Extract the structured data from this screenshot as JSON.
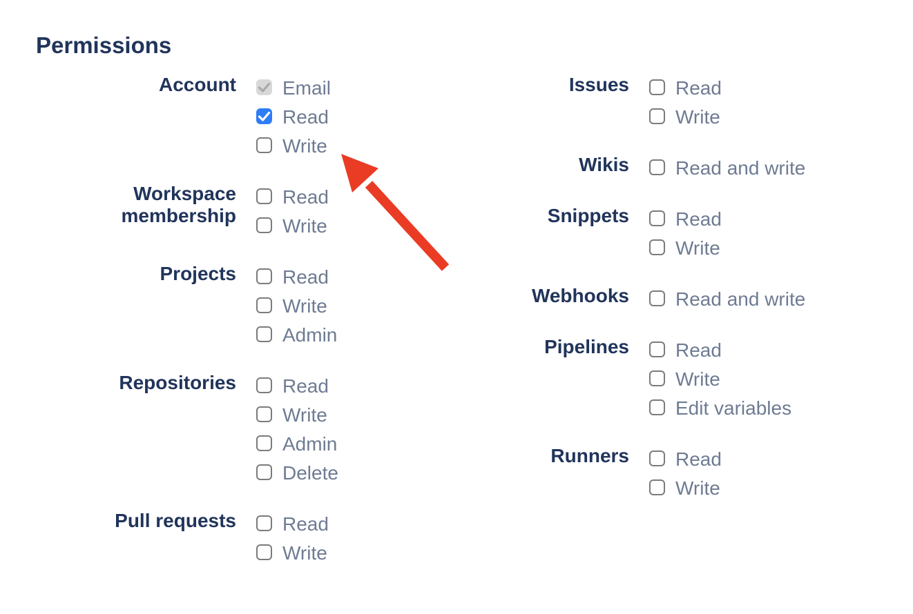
{
  "page": {
    "title": "Permissions"
  },
  "colors": {
    "background": "#FFFFFF",
    "heading_text": "#21345B",
    "group_label_text": "#21345B",
    "option_label_text": "#6E7B92",
    "checkbox_border": "#7B7B7B",
    "checkbox_checked_bg": "#2E7DF6",
    "checkbox_check_checked": "#FFFFFF",
    "checkbox_disabled_bg": "#D8D8D8",
    "checkbox_check_disabled": "#A6A9AD",
    "arrow": "#EA3C25"
  },
  "permissions": {
    "left_groups": [
      {
        "label": "Account",
        "options": [
          {
            "label": "Email",
            "state": "checked-disabled"
          },
          {
            "label": "Read",
            "state": "checked"
          },
          {
            "label": "Write",
            "state": "unchecked"
          }
        ]
      },
      {
        "label": "Workspace membership",
        "options": [
          {
            "label": "Read",
            "state": "unchecked"
          },
          {
            "label": "Write",
            "state": "unchecked"
          }
        ]
      },
      {
        "label": "Projects",
        "options": [
          {
            "label": "Read",
            "state": "unchecked"
          },
          {
            "label": "Write",
            "state": "unchecked"
          },
          {
            "label": "Admin",
            "state": "unchecked"
          }
        ]
      },
      {
        "label": "Repositories",
        "options": [
          {
            "label": "Read",
            "state": "unchecked"
          },
          {
            "label": "Write",
            "state": "unchecked"
          },
          {
            "label": "Admin",
            "state": "unchecked"
          },
          {
            "label": "Delete",
            "state": "unchecked"
          }
        ]
      },
      {
        "label": "Pull requests",
        "options": [
          {
            "label": "Read",
            "state": "unchecked"
          },
          {
            "label": "Write",
            "state": "unchecked"
          }
        ]
      }
    ],
    "right_groups": [
      {
        "label": "Issues",
        "options": [
          {
            "label": "Read",
            "state": "unchecked"
          },
          {
            "label": "Write",
            "state": "unchecked"
          }
        ]
      },
      {
        "label": "Wikis",
        "options": [
          {
            "label": "Read and write",
            "state": "unchecked"
          }
        ]
      },
      {
        "label": "Snippets",
        "options": [
          {
            "label": "Read",
            "state": "unchecked"
          },
          {
            "label": "Write",
            "state": "unchecked"
          }
        ]
      },
      {
        "label": "Webhooks",
        "options": [
          {
            "label": "Read and write",
            "state": "unchecked"
          }
        ]
      },
      {
        "label": "Pipelines",
        "options": [
          {
            "label": "Read",
            "state": "unchecked"
          },
          {
            "label": "Write",
            "state": "unchecked"
          },
          {
            "label": "Edit variables",
            "state": "unchecked"
          }
        ]
      },
      {
        "label": "Runners",
        "options": [
          {
            "label": "Read",
            "state": "unchecked"
          },
          {
            "label": "Write",
            "state": "unchecked"
          }
        ]
      }
    ]
  },
  "annotation": {
    "arrow_points_to": "Account Read checkbox"
  }
}
